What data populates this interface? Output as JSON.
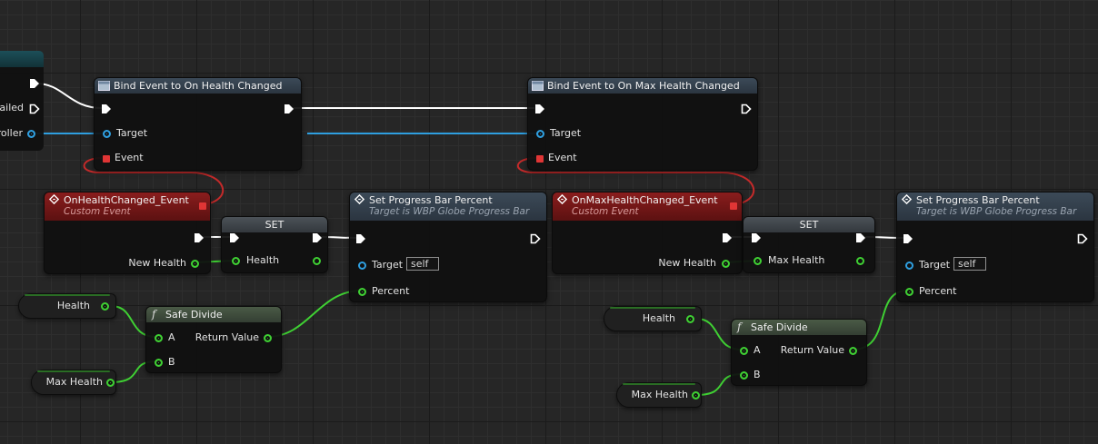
{
  "graph": {
    "left_node": {
      "failed_label": "Failed",
      "controller_label": "roller"
    },
    "bind1": {
      "title": "Bind Event to On Health Changed",
      "target": "Target",
      "event": "Event"
    },
    "bind2": {
      "title": "Bind Event to On Max Health Changed",
      "target": "Target",
      "event": "Event"
    },
    "event1": {
      "title": "OnHealthChanged_Event",
      "subtitle": "Custom Event",
      "param": "New Health"
    },
    "event2": {
      "title": "OnMaxHealthChanged_Event",
      "subtitle": "Custom Event",
      "param": "New Health"
    },
    "set1": {
      "title": "SET",
      "var": "Health"
    },
    "set2": {
      "title": "SET",
      "var": "Max Health"
    },
    "progress1": {
      "title": "Set Progress Bar Percent",
      "subtitle": "Target is WBP Globe Progress Bar",
      "target": "Target",
      "self": "self",
      "percent": "Percent"
    },
    "progress2": {
      "title": "Set Progress Bar Percent",
      "subtitle": "Target is WBP Globe Progress Bar",
      "target": "Target",
      "self": "self",
      "percent": "Percent"
    },
    "div1": {
      "title": "Safe Divide",
      "a": "A",
      "b": "B",
      "ret": "Return Value"
    },
    "div2": {
      "title": "Safe Divide",
      "a": "A",
      "b": "B",
      "ret": "Return Value"
    },
    "getters": {
      "health1": "Health",
      "max1": "Max Health",
      "health2": "Health",
      "max2": "Max Health"
    }
  },
  "colors": {
    "exec": "#ffffff",
    "float": "#3fd033",
    "object": "#2f9fe0",
    "delegate": "#e03535"
  }
}
